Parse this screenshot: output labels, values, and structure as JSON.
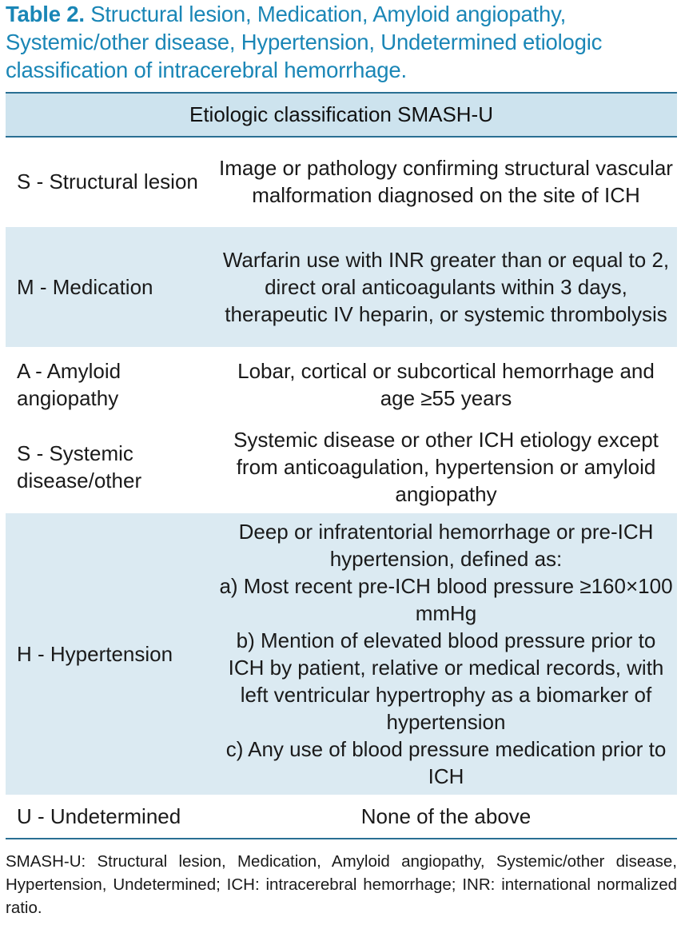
{
  "caption": {
    "label": "Table 2.",
    "text": "Structural lesion, Medication, Amyloid angiopathy, Systemic/other disease, Hypertension, Undetermined etiologic classification of intracerebral hemorrhage."
  },
  "table": {
    "header": "Etiologic classification SMASH-U",
    "rows": [
      {
        "code": "S - Structural lesion",
        "desc": "Image or pathology confirming structural vascular malformation diagnosed on the site of ICH",
        "shaded": false
      },
      {
        "code": "M - Medication",
        "desc": "Warfarin use with INR greater than or equal to 2, direct oral anticoagulants within 3 days, therapeutic IV heparin, or systemic thrombolysis",
        "shaded": true
      },
      {
        "code": "A - Amyloid angiopathy",
        "desc": "Lobar, cortical or subcortical hemorrhage and age ≥55 years",
        "shaded": false
      },
      {
        "code": "S - Systemic disease/other",
        "desc": "Systemic disease or other ICH etiology except from anticoagulation, hypertension or amyloid angiopathy",
        "shaded": false
      },
      {
        "code": "H - Hypertension",
        "desc_lines": [
          "Deep or infratentorial hemorrhage or pre-ICH hypertension, defined as:",
          "a) Most recent pre-ICH blood pressure ≥160×100 mmHg",
          "b) Mention of elevated blood pressure prior to ICH by patient, relative or medical records, with left ventricular hypertrophy as a biomarker of hypertension",
          "c) Any use of blood pressure medication prior to ICH"
        ],
        "shaded": true
      },
      {
        "code": "U - Undetermined",
        "desc": "None of the above",
        "shaded": false
      }
    ]
  },
  "footnote": "SMASH-U: Structural lesion, Medication, Amyloid angiopathy, Systemic/other disease, Hypertension, Undetermined; ICH: intracerebral hemorrhage; INR: international normalized ratio."
}
